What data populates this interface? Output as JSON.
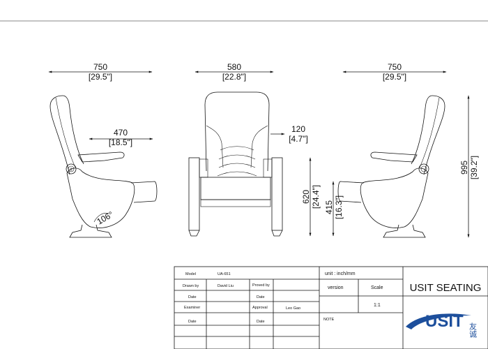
{
  "dimensions": {
    "left_width": "750",
    "left_width_in": "[29.5\"]",
    "front_width": "580",
    "front_width_in": "[22.8\"]",
    "right_width": "750",
    "right_width_in": "[29.5\"]",
    "armrest_length": "470",
    "armrest_length_in": "[18.5\"]",
    "armrest_width": "120",
    "armrest_width_in": "[4.7\"]",
    "back_angle": "106°",
    "arm_height": "620",
    "arm_height_in": "[24.4\"]",
    "seat_height": "415",
    "seat_height_in": "[16.3\"]",
    "total_height": "995",
    "total_height_in": "[39.2\"]",
    "knob_mark": "8"
  },
  "title_block": {
    "model_label": "Model",
    "model_value": "UA-651",
    "unit_label": "unit : inch/mm",
    "drawn_by_label": "Drawn by",
    "drawn_by_value": "David Liu",
    "proved_by_label": "Proved by",
    "version_label": "version",
    "scale_label": "Scale",
    "date_label_1": "Date",
    "date_label_2": "Date",
    "scale_value": "1:1",
    "examiner_label": "Examiner",
    "approval_label": "Approval",
    "approval_value": "Leo Gao",
    "date_label_3": "Date",
    "date_label_4": "Date",
    "note_label": "NOTE",
    "company": "USIT SEATING",
    "logo_text": "USIT",
    "logo_cjk": "友诚"
  },
  "colors": {
    "line": "#111111",
    "logo_blue": "#1d4f9c"
  }
}
